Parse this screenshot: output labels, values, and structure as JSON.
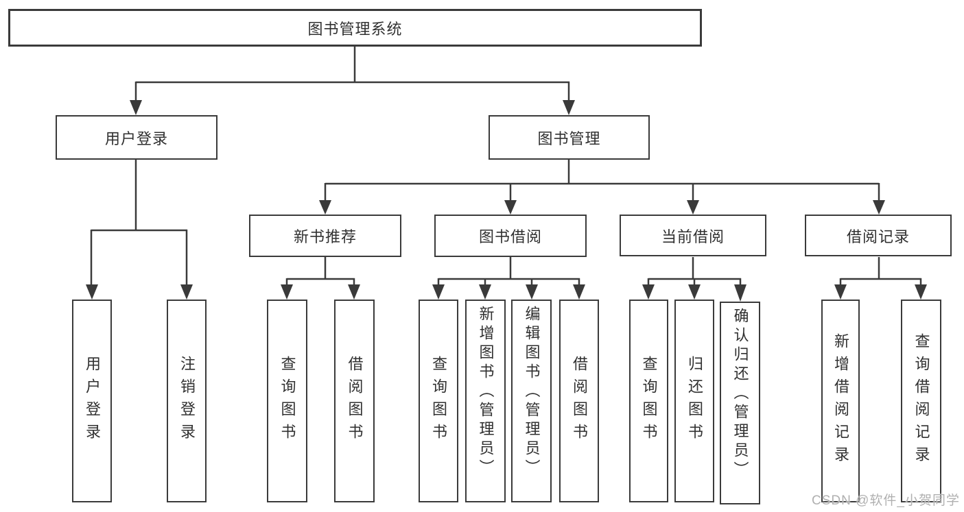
{
  "diagram": {
    "title": "图书管理系统",
    "level2": [
      {
        "label": "用户登录",
        "children": [
          {
            "label": "用户登录"
          },
          {
            "label": "注销登录"
          }
        ]
      },
      {
        "label": "图书管理",
        "children": [
          {
            "label": "新书推荐",
            "children": [
              {
                "label": "查询图书"
              },
              {
                "label": "借阅图书"
              }
            ]
          },
          {
            "label": "图书借阅",
            "children": [
              {
                "label": "查询图书"
              },
              {
                "label": "新增图书（管理员）"
              },
              {
                "label": "编辑图书（管理员）"
              },
              {
                "label": "借阅图书"
              }
            ]
          },
          {
            "label": "当前借阅",
            "children": [
              {
                "label": "查询图书"
              },
              {
                "label": "归还图书"
              },
              {
                "label": "确认归还（管理员）"
              }
            ]
          },
          {
            "label": "借阅记录",
            "children": [
              {
                "label": "新增借阅记录"
              },
              {
                "label": "查询借阅记录"
              }
            ]
          }
        ]
      }
    ]
  },
  "watermark": {
    "text": "CSDN @软件_小贺同学"
  },
  "colors": {
    "line": "#3a3a3a",
    "border": "#3a3a3a",
    "text": "#303030",
    "watermark": "#b0b0b0",
    "background": "#ffffff"
  }
}
